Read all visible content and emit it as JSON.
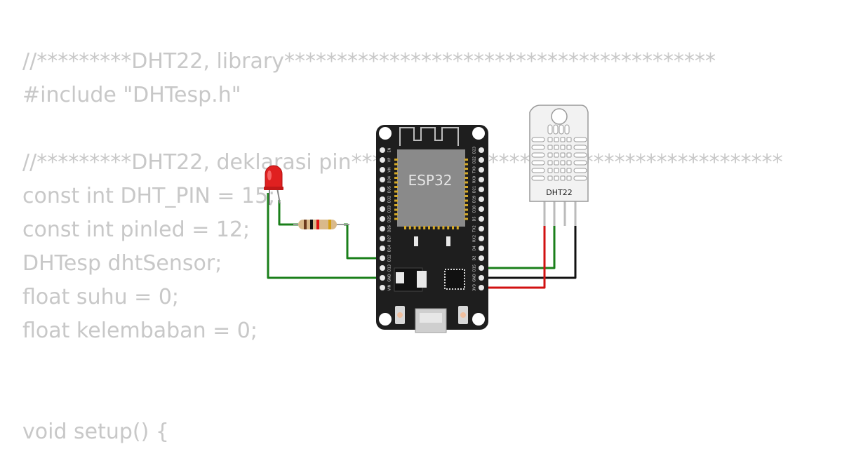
{
  "code_lines": [
    "//*********DHT22, library*****************************************",
    "#include \"DHTesp.h\"",
    "",
    "//*********DHT22, deklarasi pin*****************************************",
    "const int DHT_PIN = 15;",
    "const int pinled = 12;",
    "DHTesp dhtSensor;",
    "float suhu = 0;",
    "float kelembaban = 0;",
    "",
    "",
    "void setup() {"
  ],
  "board": {
    "label": "ESP32",
    "left_pins": [
      "EN",
      "VP",
      "VN",
      "D34",
      "D35",
      "D32",
      "D33",
      "D25",
      "D26",
      "D27",
      "D14",
      "D12",
      "D13",
      "GND",
      "VIN"
    ],
    "right_pins": [
      "D23",
      "D22",
      "TX0",
      "RX0",
      "D21",
      "D19",
      "D18",
      "D5",
      "TX2",
      "RX2",
      "D4",
      "D2",
      "D15",
      "GND",
      "3V3"
    ]
  },
  "sensor": {
    "label": "DHT22"
  },
  "colors": {
    "wire_green": "#1a7f1a",
    "wire_red": "#d11",
    "wire_black": "#111",
    "led": "#e02020",
    "board": "#1e1e1e",
    "chip": "#8a8a8a"
  }
}
